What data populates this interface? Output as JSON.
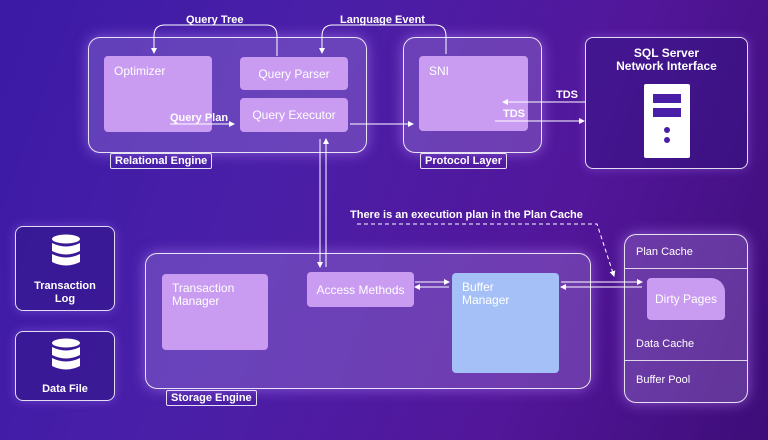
{
  "relational_engine": {
    "tag": "Relational Engine",
    "optimizer": "Optimizer",
    "query_parser": "Query Parser",
    "query_executor": "Query Executor"
  },
  "protocol_layer": {
    "tag": "Protocol Layer",
    "sni": "SNI"
  },
  "network_interface": {
    "title_line1": "SQL Server",
    "title_line2": "Network Interface"
  },
  "storage_engine": {
    "tag": "Storage Engine",
    "transaction_manager_line1": "Transaction",
    "transaction_manager_line2": "Manager",
    "access_methods": "Access Methods",
    "buffer_manager_line1": "Buffer",
    "buffer_manager_line2": "Manager"
  },
  "buffer_pool": {
    "plan_cache": "Plan Cache",
    "dirty_pages": "Dirty Pages",
    "data_cache": "Data Cache",
    "buffer_pool": "Buffer Pool"
  },
  "files": {
    "transaction_log_line1": "Transaction",
    "transaction_log_line2": "Log",
    "data_file": "Data File"
  },
  "arrows": {
    "query_tree": "Query Tree",
    "language_event": "Language Event",
    "query_plan": "Query Plan",
    "tds_in": "TDS",
    "tds_out": "TDS",
    "plan_cache_note": "There is an execution plan in the Plan Cache"
  },
  "colors": {
    "box": "#c99cf2",
    "buffer_manager": "#a5c0f6",
    "background_start": "#3b1aa6",
    "background_end": "#3e0d78"
  }
}
